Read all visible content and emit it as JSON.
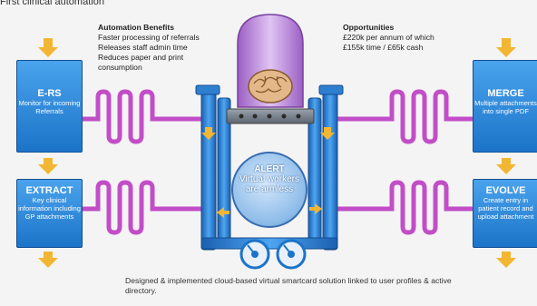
{
  "header": {
    "title": "First clinical automation"
  },
  "benefits": {
    "heading": "Automation Benefits",
    "lines": [
      "Faster processing of referrals",
      "Releases staff admin time",
      "Reduces paper and print",
      "consumption"
    ]
  },
  "opportunities": {
    "heading": "Opportunities",
    "lines": [
      "£220k per annum of which",
      "£155k time / £65k cash"
    ]
  },
  "boxes": {
    "ers": {
      "title": "E-RS",
      "body": "Monitor for incoming Referrals"
    },
    "extract": {
      "title": "EXTRACT",
      "body": "Key clinical information including GP attachments"
    },
    "merge": {
      "title": "MERGE",
      "body": "Multiple attachments into single PDF"
    },
    "evolve": {
      "title": "EVOLVE",
      "body": "Create entry in patient record and upload attachment"
    }
  },
  "alert": {
    "title": "ALERT",
    "body": "Virtual workers are armless"
  },
  "footer": {
    "text": "Designed & implemented cloud-based virtual smartcard solution linked to user profiles & active directory."
  },
  "colors": {
    "blue": "#1c74c9",
    "pipe": "#c24ec7",
    "dome": "#b98ad6",
    "arrow": "#f2b632"
  }
}
